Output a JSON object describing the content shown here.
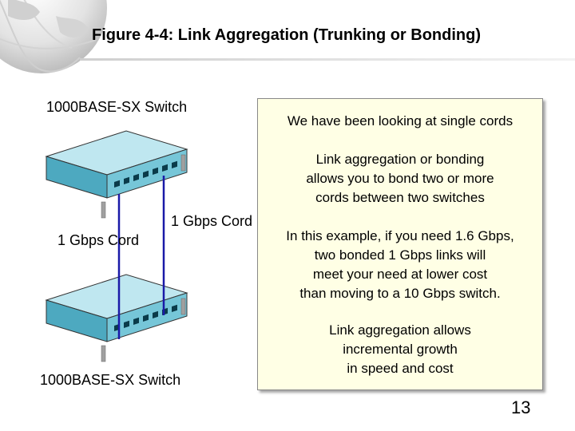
{
  "slide": {
    "title": "Figure 4-4: Link Aggregation (Trunking or Bonding)",
    "page_number": "13"
  },
  "diagram": {
    "top_switch_label": "1000BASE-SX Switch",
    "bottom_switch_label": "1000BASE-SX Switch",
    "left_cord_label": "1 Gbps\nCord",
    "right_cord_label": "1 Gbps\nCord",
    "colors": {
      "switch_top": "#bfe7f0",
      "switch_front": "#76c6d8",
      "switch_side": "#4da9c0",
      "cord": "#1a1aa8"
    }
  },
  "info_box": {
    "paragraphs": [
      "We have been looking at single cords",
      "Link aggregation or bonding\nallows you to bond two or more\ncords between two switches",
      "In this example, if you need 1.6 Gbps,\ntwo bonded 1 Gbps links will\nmeet your need at lower cost\nthan moving to a 10 Gbps switch.",
      "Link aggregation allows\nincremental growth\nin speed and cost"
    ]
  }
}
